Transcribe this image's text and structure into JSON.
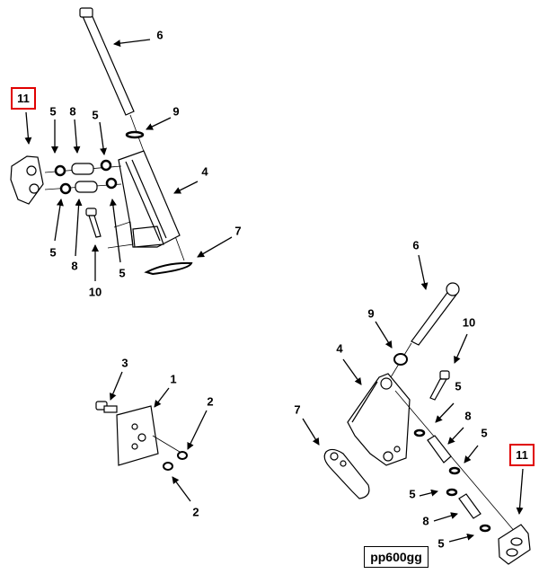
{
  "diagram": {
    "code": "pp600gg",
    "accent_color": "#e00000",
    "top_assembly": {
      "callout": "11",
      "labels": [
        "6",
        "9",
        "5",
        "8",
        "5",
        "4",
        "5",
        "8",
        "5",
        "10",
        "7"
      ]
    },
    "plate_assembly": {
      "labels": [
        "3",
        "1",
        "2",
        "2"
      ]
    },
    "right_assembly": {
      "callout": "11",
      "labels": [
        "6",
        "9",
        "10",
        "4",
        "7",
        "5",
        "8",
        "5",
        "5",
        "8",
        "5"
      ]
    }
  }
}
